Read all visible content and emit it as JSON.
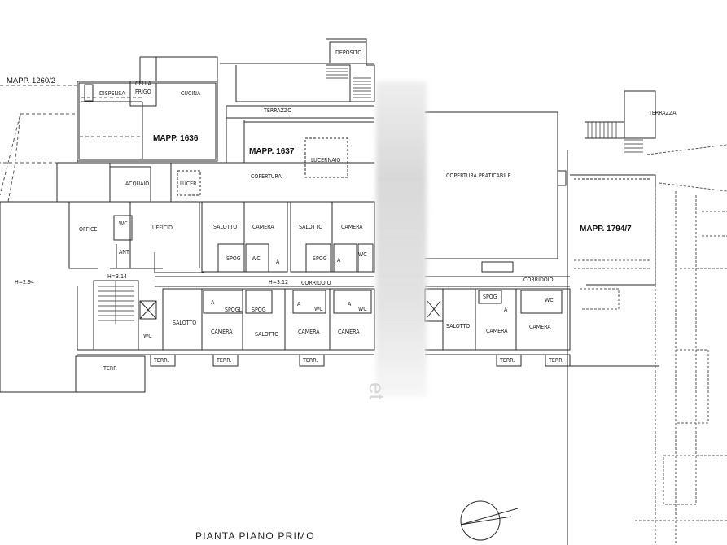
{
  "plan": {
    "caption": "PIANTA PIANO PRIMO",
    "parcels": {
      "m1260": "MAPP. 1260/2",
      "m1636": "MAPP. 1636",
      "m1637": "MAPP. 1637",
      "m1794": "MAPP. 1794/7"
    },
    "rooms": {
      "deposito": "DEPOSITO",
      "dispensa": "DISPENSA",
      "cella1": "CELLA",
      "cella2": "FRIGO",
      "cucina": "CUCINA",
      "terrazzo": "TERRAZZO",
      "terrazza": "TERRAZZA",
      "acquaio": "ACQUAIO",
      "lucer": "LUCER.",
      "lucernaio": "LUCERNAIO",
      "copertura": "COPERTURA",
      "copertura_pr": "COPERTURA PRATICABILE",
      "office": "OFFICE",
      "ufficio": "UFFICIO",
      "wc": "WC",
      "anti": "ANTI",
      "salotto": "SALOTTO",
      "camera": "CAMERA",
      "spog": "SPOG",
      "spogl": "SPOGL",
      "a": "A",
      "corridoio": "CORRIDOIO",
      "terr": "TERR.",
      "terr_big": "TERR",
      "h294": "H=2.94",
      "h314": "H=3.14",
      "h312": "H=3.12"
    }
  }
}
